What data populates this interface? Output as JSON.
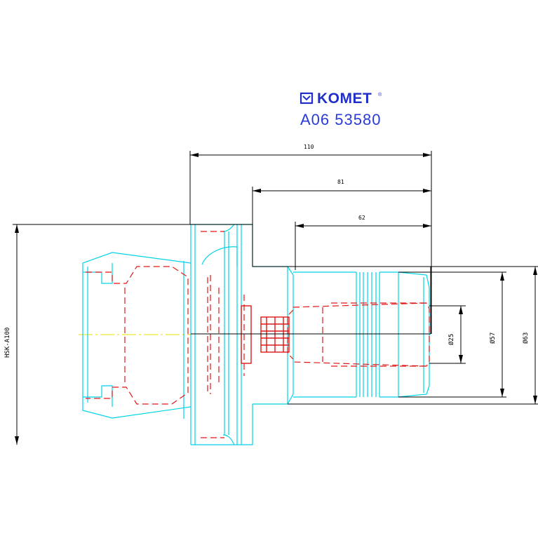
{
  "brand": {
    "name": "KOMET",
    "trademark": "®",
    "part_number": "A06 53580",
    "brand_color": "#1f2fc8"
  },
  "dimensions": {
    "overall_length": "110",
    "length_81": "81",
    "length_62": "62",
    "shank_label": "HSK-A100",
    "bore_dia": "Ø25",
    "collar_dia": "Ø57",
    "outer_dia": "Ø63"
  },
  "colors": {
    "outline": "#00d4e6",
    "hidden": "#e01818",
    "dimension": "#000000",
    "centerline": "#e8e000"
  }
}
